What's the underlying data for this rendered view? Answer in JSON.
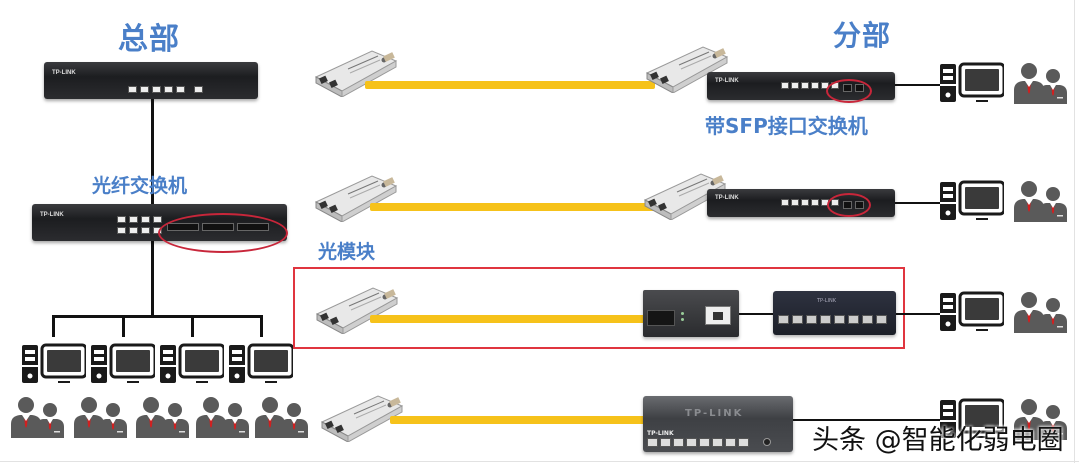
{
  "headings": {
    "hq": "总部",
    "branch": "分部"
  },
  "labels": {
    "fiber_switch": "光纤交换机",
    "sfp_module": "光模块",
    "sfp_switch": "带SFP接口交换机"
  },
  "devices": {
    "hq_router_brand": "TP-LINK",
    "hq_fiber_switch_brand": "TP-LINK",
    "branch_switch_brand": "TP-LINK",
    "desktop_switch_brand": "TP-LINK",
    "desktop_switch_logo": "TP-LINK",
    "small_switch_logo": "TP-LINK"
  },
  "rows": [
    {
      "id": "row1",
      "type": "SFP module to SFP switch"
    },
    {
      "id": "row2",
      "type": "SFP module to SFP switch"
    },
    {
      "id": "row3",
      "type": "SFP module to media converter + switch",
      "highlighted": true
    },
    {
      "id": "row4",
      "type": "SFP module to switch"
    }
  ],
  "hq_clients": {
    "computers": 4,
    "user_groups": 5
  },
  "watermark": "头条 @智能化弱电圈",
  "colors": {
    "heading_blue": "#4a7fc8",
    "fiber_yellow": "#f6c21a",
    "highlight_red": "#e0353f",
    "device_dark": "#2b2c2f",
    "icon_gray": "#5a5a5a",
    "tie_red": "#d02020"
  }
}
